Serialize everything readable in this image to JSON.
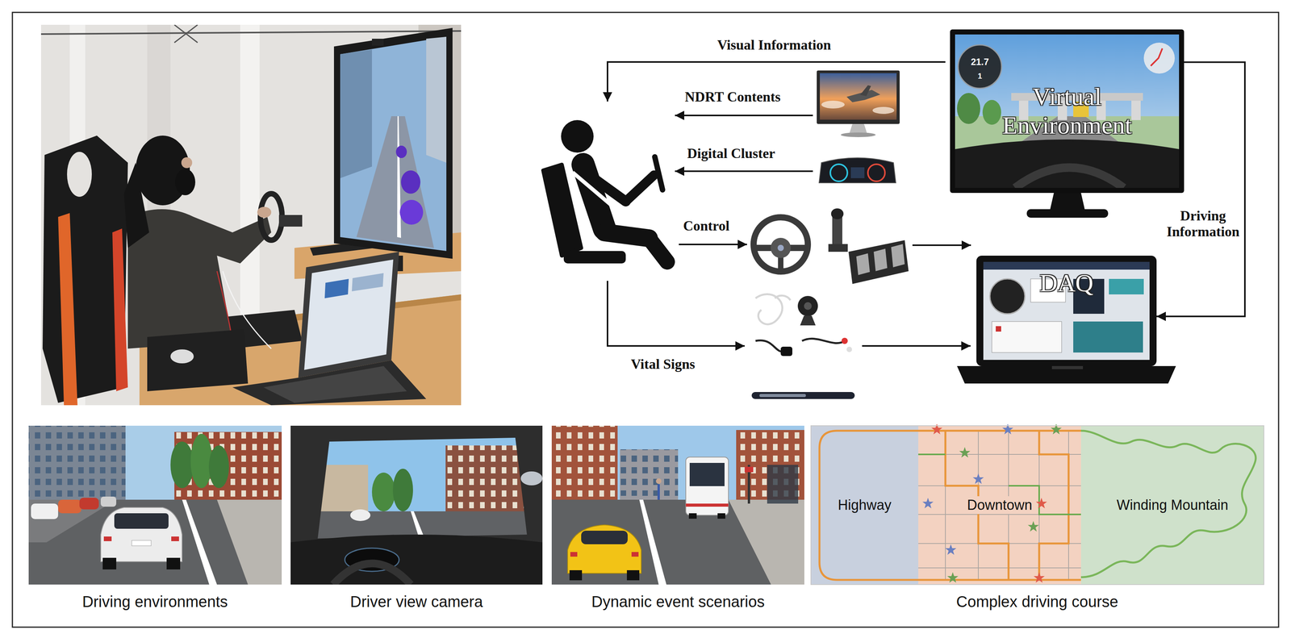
{
  "diagram": {
    "nodes": [
      {
        "text": [
          "Virtual Environment"
        ]
      },
      {
        "text": [
          "DAQ"
        ]
      },
      {
        "text": [
          "Highway"
        ]
      },
      {
        "text": [
          "Downtown"
        ]
      },
      {
        "text": [
          "Winding Mountain"
        ]
      }
    ],
    "edges": [
      {
        "from": 0,
        "to": 1,
        "label": "Driving Information",
        "arrow": "to"
      }
    ],
    "labels": [
      "Visual Information",
      "NDRT Contents",
      "Digital Cluster",
      "Control",
      "Vital Signs",
      "21.7",
      "1",
      "Driving environments",
      "Driver view camera",
      "Dynamic event scenarios",
      "Complex driving course"
    ]
  }
}
